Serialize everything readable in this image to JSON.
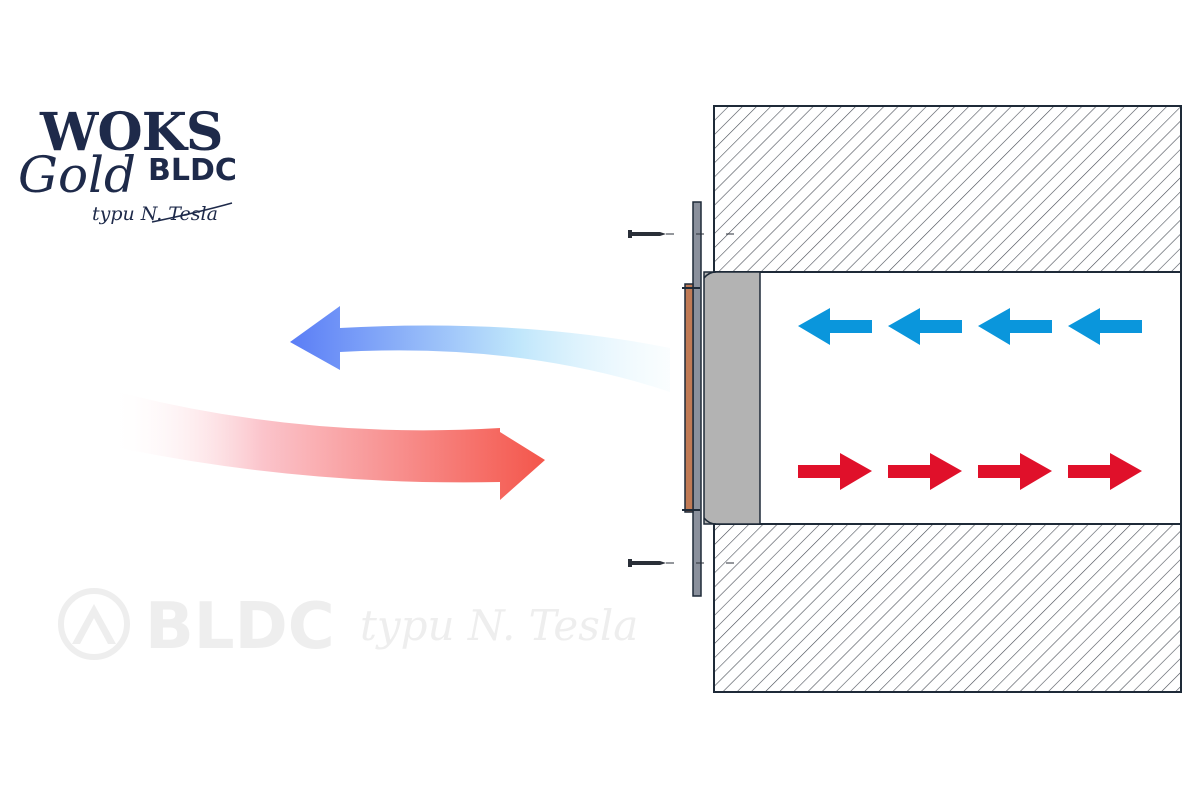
{
  "logo": {
    "brand": "WOKS",
    "script": "Gold",
    "product": "BLDC",
    "tagline": "typu N. Tesla"
  },
  "watermark": {
    "product": "BLDC",
    "tagline": "typu N. Tesla"
  },
  "colors": {
    "navy": "#1e2a4a",
    "cold_air": "#0a96dc",
    "warm_air": "#e0102a",
    "panel": "#b3b3b3",
    "filter": "#c07a55",
    "wall_outline": "#1e2a38"
  },
  "icons": {
    "inflow_arrow": "curved-blue-arrow-left",
    "outflow_arrow": "curved-red-arrow-right",
    "duct_arrows_top": "blue-arrow-left",
    "duct_arrows_bottom": "red-arrow-right",
    "fasteners": "screw"
  }
}
